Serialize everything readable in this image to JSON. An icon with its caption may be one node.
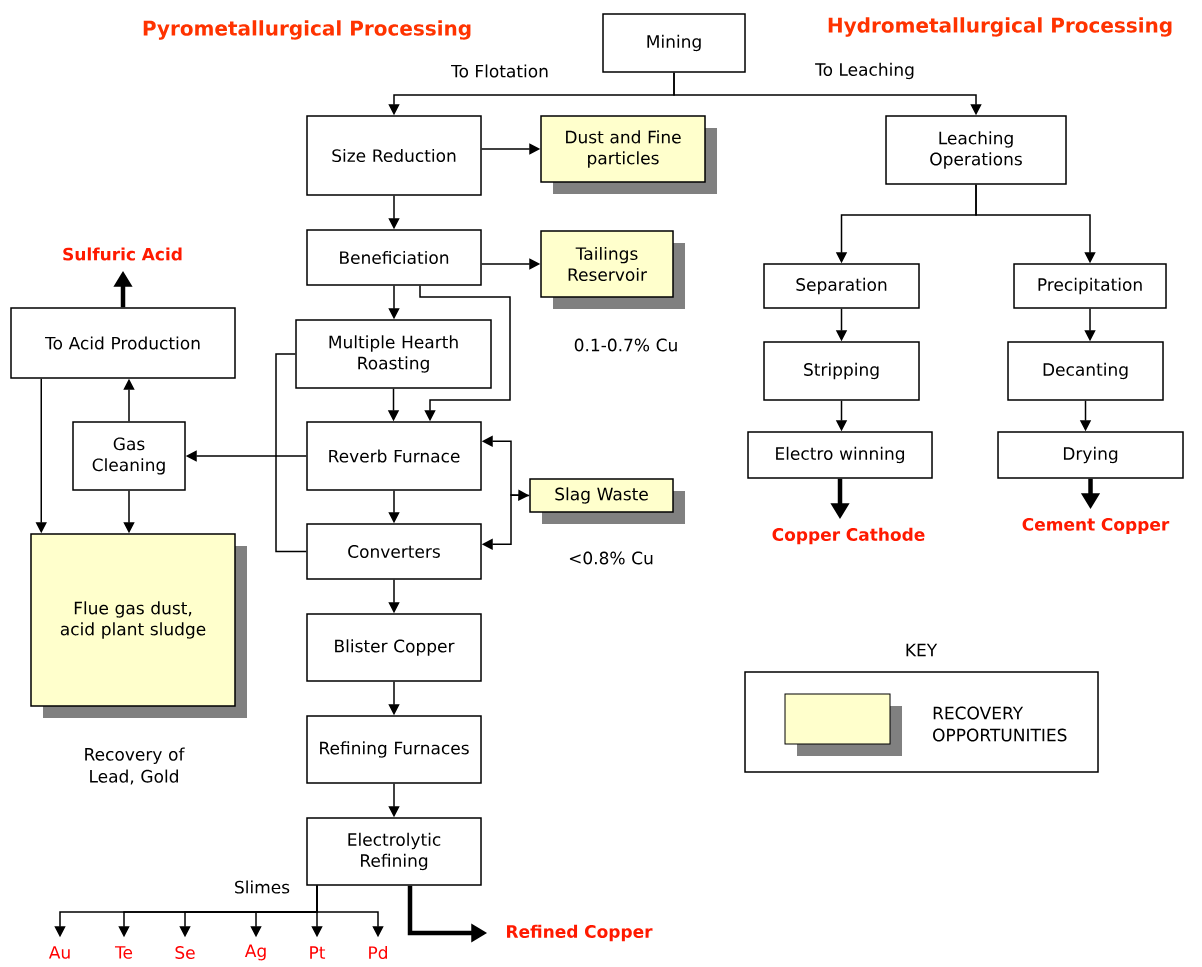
{
  "diagram": {
    "nodes": [
      {
        "text": [
          "Mining"
        ]
      },
      {
        "text": [
          "Size Reduction"
        ]
      },
      {
        "text": [
          "Dust and Fine particles"
        ]
      },
      {
        "text": [
          "Leaching Operations"
        ]
      },
      {
        "text": [
          "Sulfuric Acid"
        ]
      },
      {
        "text": [
          "Beneficiation"
        ]
      },
      {
        "text": [
          "Tailings Reservoir"
        ],
        "beside": [
          "0.1-0.7% Cu"
        ]
      },
      {
        "text": [
          "To Acid Production"
        ]
      },
      {
        "text": [
          "Separation"
        ]
      },
      {
        "text": [
          "Precipitation"
        ]
      },
      {
        "text": [
          "Multiple Hearth Roasting"
        ]
      },
      {
        "text": [
          "Stripping"
        ]
      },
      {
        "text": [
          "Decanting"
        ]
      },
      {
        "text": [
          "Gas Cleaning"
        ]
      },
      {
        "text": [
          "Reverb Furnace"
        ]
      },
      {
        "text": [
          "Slag Waste"
        ],
        "beside": [
          "<0.8% Cu"
        ]
      },
      {
        "text": [
          "Electro winning"
        ]
      },
      {
        "text": [
          "Drying"
        ]
      },
      {
        "text": [
          "Copper Cathode"
        ]
      },
      {
        "text": [
          "Cement Copper"
        ]
      },
      {
        "text": [
          "Flue gas dust, acid plant sludge"
        ],
        "beside": [
          "Recovery of Lead, Gold"
        ]
      },
      {
        "text": [
          "Converters"
        ]
      },
      {
        "text": [
          "Blister Copper"
        ]
      },
      {
        "text": [
          "Refining Furnaces"
        ]
      },
      {
        "text": [
          "Electrolytic Refining"
        ]
      },
      {
        "text": [
          "Au"
        ]
      },
      {
        "text": [
          "Te"
        ]
      },
      {
        "text": [
          "Se"
        ]
      },
      {
        "text": [
          "Ag"
        ]
      },
      {
        "text": [
          "Pt"
        ]
      },
      {
        "text": [
          "Pd"
        ]
      },
      {
        "text": [
          "Refined Copper"
        ]
      }
    ],
    "edges": [
      {
        "from": 0,
        "to": 1,
        "arrow": "to",
        "label": "To Flotation"
      },
      {
        "from": 0,
        "to": 3,
        "arrow": "to",
        "label": "To Leaching"
      },
      {
        "from": 1,
        "to": 2,
        "arrow": "to"
      },
      {
        "from": 1,
        "to": 5,
        "arrow": "to"
      },
      {
        "from": 5,
        "to": 6,
        "arrow": "to"
      },
      {
        "from": 5,
        "to": 10,
        "arrow": "to"
      },
      {
        "from": 5,
        "to": 14,
        "arrow": "to"
      },
      {
        "from": 10,
        "to": 14,
        "arrow": "to"
      },
      {
        "from": 10,
        "to": 21,
        "arrow": "none"
      },
      {
        "from": 14,
        "to": 13,
        "arrow": "to"
      },
      {
        "from": 14,
        "to": 21,
        "arrow": "to"
      },
      {
        "from": 15,
        "to": 14,
        "arrow": "both"
      },
      {
        "from": 15,
        "to": 21,
        "arrow": "to"
      },
      {
        "from": 21,
        "to": 22,
        "arrow": "to"
      },
      {
        "from": 22,
        "to": 23,
        "arrow": "to"
      },
      {
        "from": 23,
        "to": 24,
        "arrow": "to"
      },
      {
        "from": 24,
        "to": 25,
        "arrow": "to",
        "label": "Slimes"
      },
      {
        "from": 24,
        "to": 26,
        "arrow": "to"
      },
      {
        "from": 24,
        "to": 27,
        "arrow": "to"
      },
      {
        "from": 24,
        "to": 28,
        "arrow": "to"
      },
      {
        "from": 24,
        "to": 29,
        "arrow": "to"
      },
      {
        "from": 24,
        "to": 30,
        "arrow": "to"
      },
      {
        "from": 24,
        "to": 31,
        "arrow": "to",
        "style": "thick"
      },
      {
        "from": 13,
        "to": 7,
        "arrow": "to"
      },
      {
        "from": 13,
        "to": 20,
        "arrow": "to"
      },
      {
        "from": 7,
        "to": 20,
        "arrow": "to"
      },
      {
        "from": 7,
        "to": 4,
        "arrow": "to",
        "style": "thick"
      },
      {
        "from": 3,
        "to": 8,
        "arrow": "to"
      },
      {
        "from": 3,
        "to": 9,
        "arrow": "to"
      },
      {
        "from": 8,
        "to": 11,
        "arrow": "to"
      },
      {
        "from": 11,
        "to": 16,
        "arrow": "to"
      },
      {
        "from": 16,
        "to": 18,
        "arrow": "to",
        "style": "thick"
      },
      {
        "from": 9,
        "to": 12,
        "arrow": "to"
      },
      {
        "from": 12,
        "to": 17,
        "arrow": "to"
      },
      {
        "from": 17,
        "to": 19,
        "arrow": "to",
        "style": "thick"
      }
    ],
    "labels": [
      "Pyrometallurgical Processing",
      "Hydrometallurgical Processing",
      "KEY"
    ],
    "legend": [
      {
        "text": "RECOVERY OPPORTUNITIES",
        "color": "#ffffcc"
      }
    ]
  }
}
